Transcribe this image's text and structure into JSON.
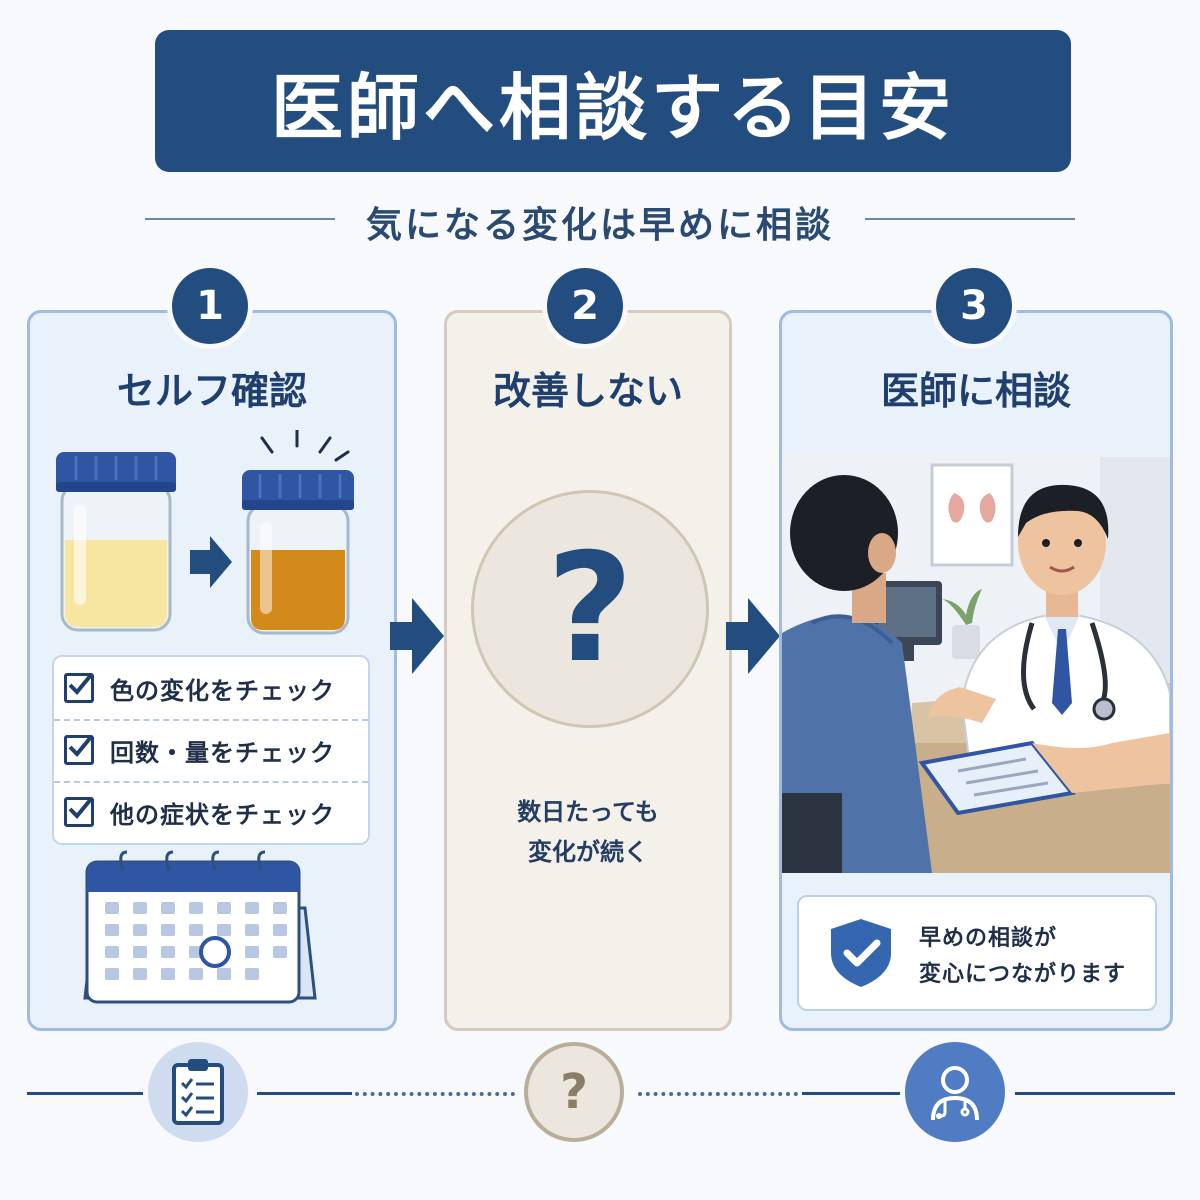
{
  "header": {
    "title": "医師へ相談する目安",
    "subtitle": "気になる変化は早めに相談"
  },
  "steps": [
    {
      "number": "1",
      "title": "セルフ確認",
      "checks": [
        "色の変化をチェック",
        "回数・量をチェック",
        "他の症状をチェック"
      ]
    },
    {
      "number": "2",
      "title": "改善しない",
      "symbol": "?",
      "text_line1": "数日たっても",
      "text_line2": "変化が続く"
    },
    {
      "number": "3",
      "title": "医師に相談",
      "reassure_line1": "早めの相談が",
      "reassure_line2": "変心につながります"
    }
  ],
  "bottom_icons": {
    "icon1": "clipboard-checklist-icon",
    "icon2_symbol": "?",
    "icon3": "doctor-icon"
  },
  "colors": {
    "navy": "#234d7e",
    "urine_pale": "#f7e6a0",
    "urine_dark": "#d48a1a",
    "accent_blue": "#3567b0"
  }
}
